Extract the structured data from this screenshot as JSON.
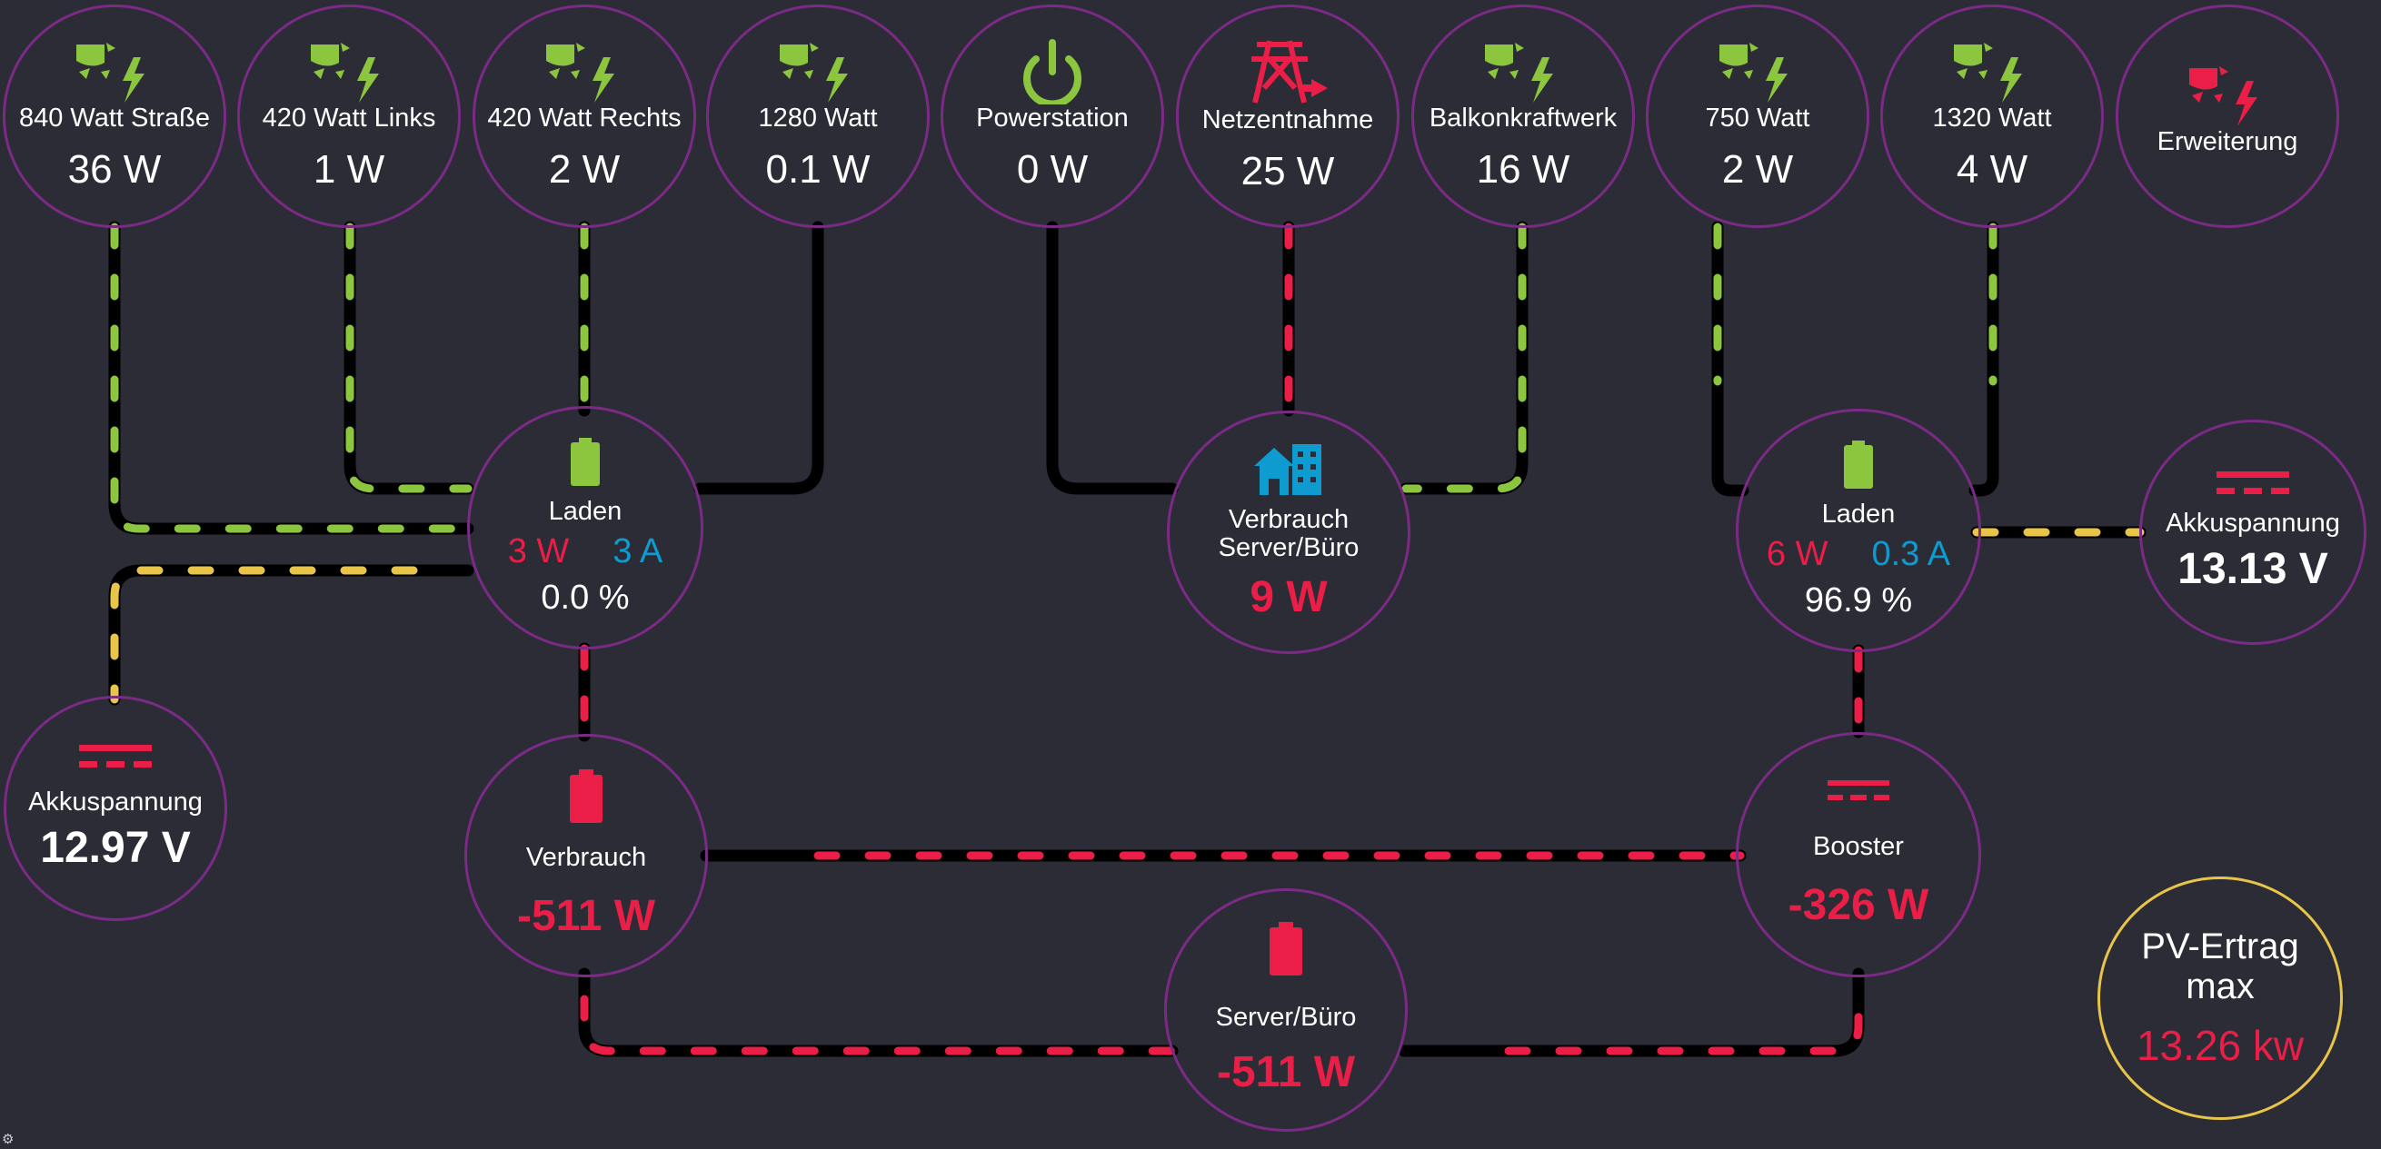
{
  "colors": {
    "green": "#8cc63e",
    "red": "#ea1e46",
    "yellow": "#e8c549",
    "blue": "#0e9bd0",
    "purple_border": "#7b2b86",
    "background": "#2b2c36"
  },
  "top_nodes": [
    {
      "label": "840 Watt Straße",
      "value": "36 W",
      "icon": "solar-icon"
    },
    {
      "label": "420 Watt Links",
      "value": "1 W",
      "icon": "solar-icon"
    },
    {
      "label": "420 Watt Rechts",
      "value": "2 W",
      "icon": "solar-icon"
    },
    {
      "label": "1280 Watt",
      "value": "0.1 W",
      "icon": "solar-icon"
    },
    {
      "label": "Powerstation",
      "value": "0 W",
      "icon": "power-icon"
    },
    {
      "label": "Netzentnahme",
      "value": "25 W",
      "icon": "transmission-tower-icon"
    },
    {
      "label": "Balkonkraftwerk",
      "value": "16 W",
      "icon": "solar-icon"
    },
    {
      "label": "750 Watt",
      "value": "2 W",
      "icon": "solar-icon"
    },
    {
      "label": "1320 Watt",
      "value": "4 W",
      "icon": "solar-icon"
    },
    {
      "label": "Erweiterung",
      "value": "",
      "icon": "solar-icon-red"
    }
  ],
  "laden_left": {
    "label": "Laden",
    "watts": "3 W",
    "amps": "3 A",
    "percent": "0.0 %",
    "icon": "battery-charging-icon"
  },
  "laden_right": {
    "label": "Laden",
    "watts": "6 W",
    "amps": "0.3 A",
    "percent": "96.9 %",
    "icon": "battery-charging-icon"
  },
  "verbrauch_server": {
    "label_line1": "Verbrauch",
    "label_line2": "Server/Büro",
    "value": "9 W",
    "icon": "home-city-icon"
  },
  "akku_left": {
    "label": "Akkuspannung",
    "value": "12.97 V",
    "icon": "dc-current-icon"
  },
  "akku_right": {
    "label": "Akkuspannung",
    "value": "13.13 V",
    "icon": "dc-current-icon"
  },
  "verbrauch": {
    "label": "Verbrauch",
    "value": "-511 W",
    "icon": "battery-icon"
  },
  "booster": {
    "label": "Booster",
    "value": "-326 W",
    "icon": "dc-current-icon"
  },
  "server_buero": {
    "label": "Server/Büro",
    "value": "-511 W",
    "icon": "battery-icon"
  },
  "pv_ertrag": {
    "label_line1": "PV-Ertrag",
    "label_line2": "max",
    "value": "13.26 kw"
  }
}
